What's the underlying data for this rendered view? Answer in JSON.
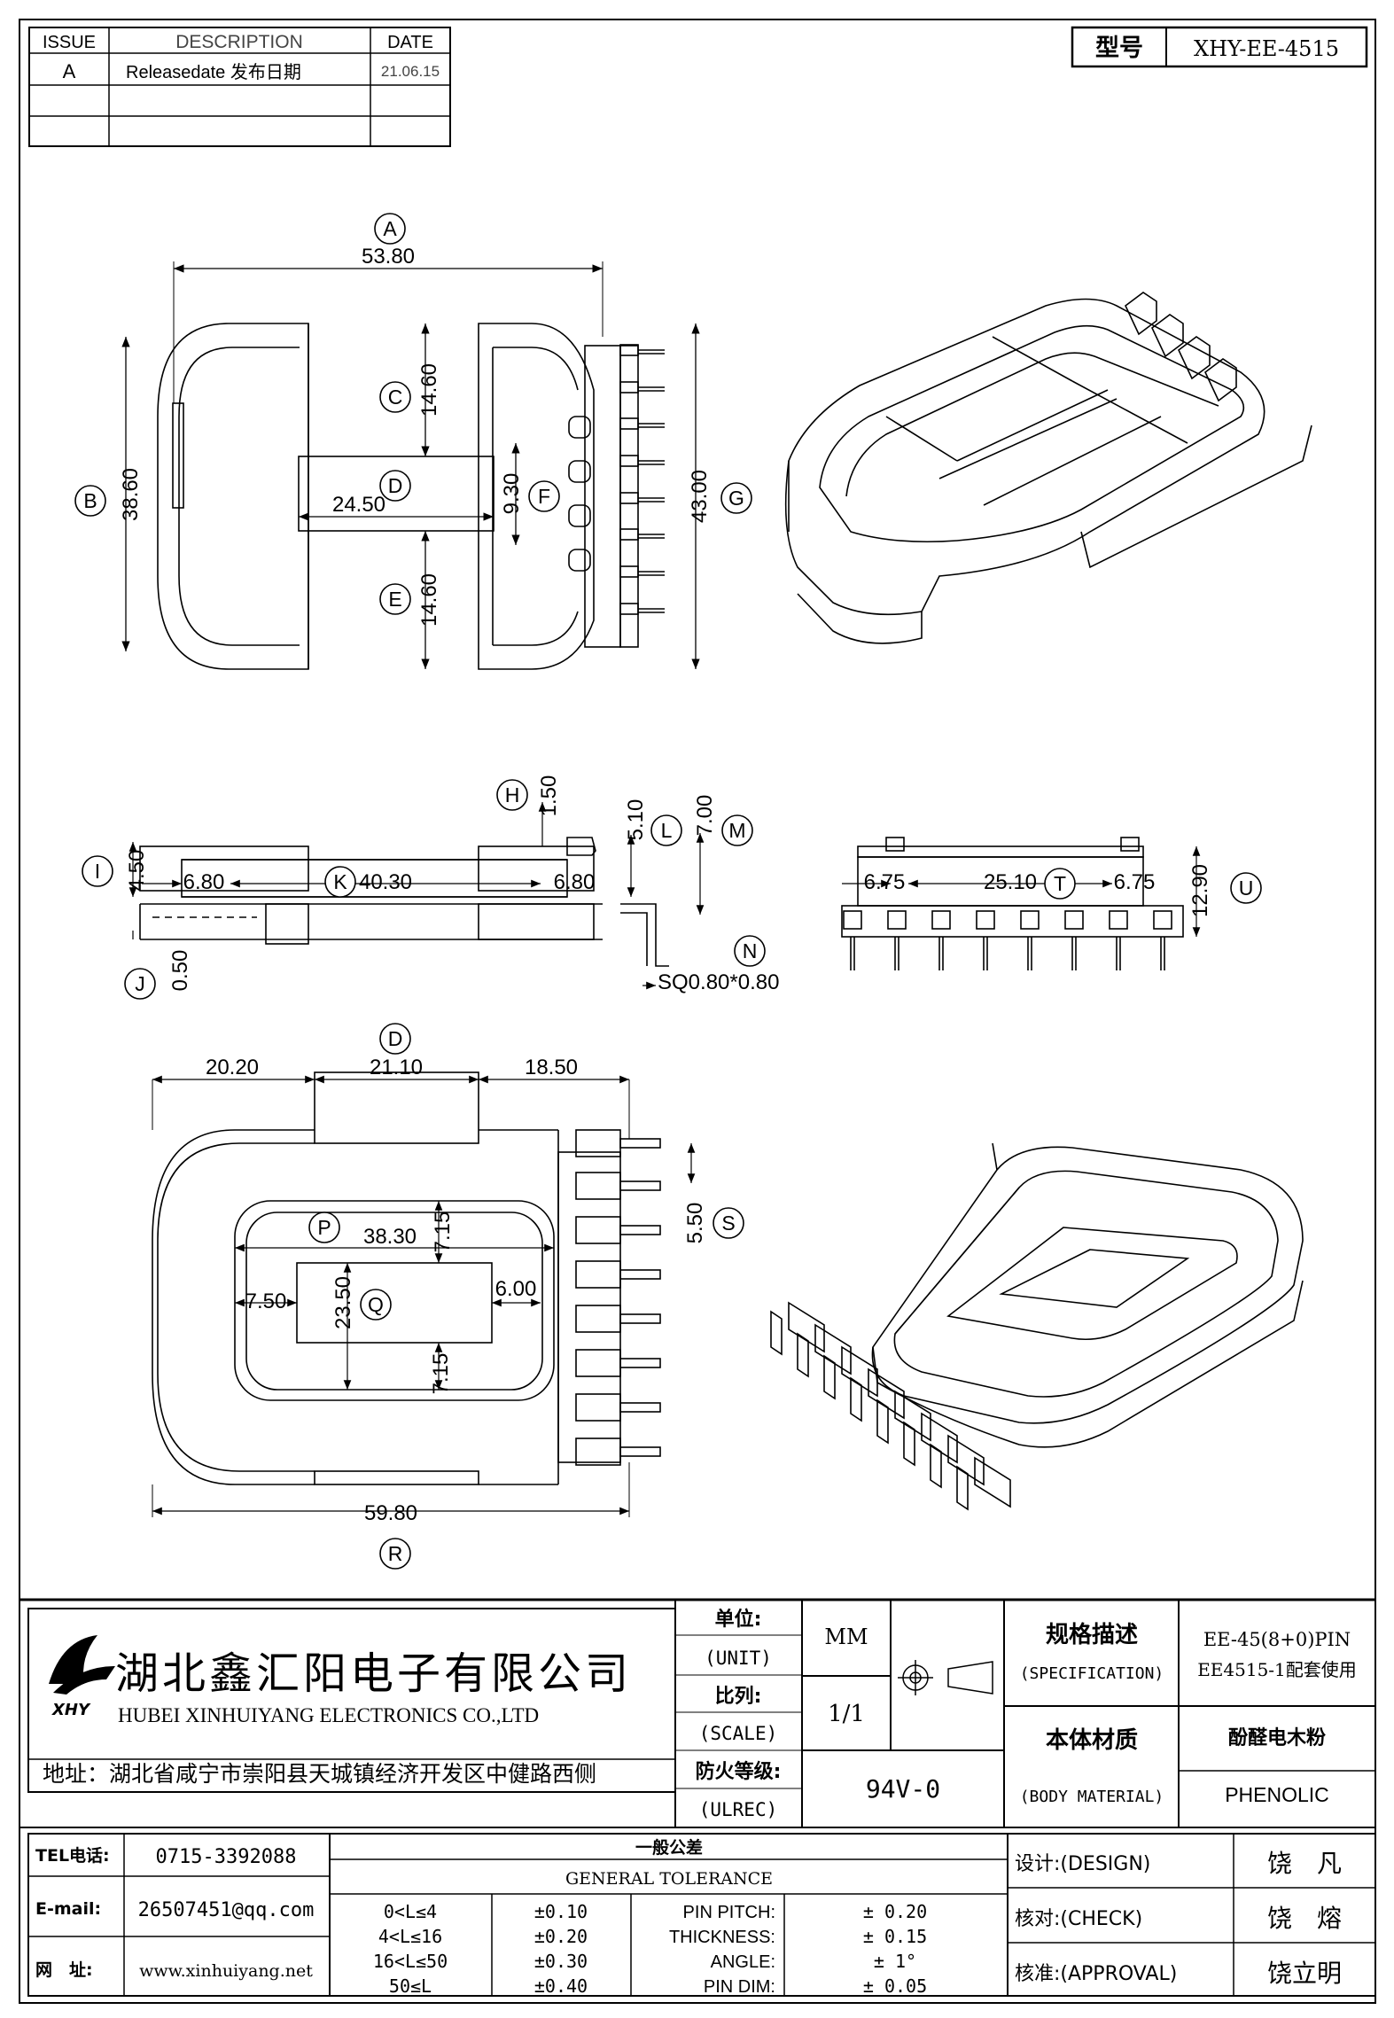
{
  "revision_table": {
    "headers": [
      "ISSUE",
      "DESCRIPTION",
      "DATE"
    ],
    "rows": [
      [
        "A",
        "Releasedate 发布日期",
        "21.06.15"
      ],
      [
        "",
        "",
        ""
      ],
      [
        "",
        "",
        ""
      ]
    ]
  },
  "model": {
    "label": "型号",
    "value": "XHY-EE-4515"
  },
  "dimensions": {
    "A": "53.80",
    "B": "38.60",
    "C": "14.60",
    "D": "24.50",
    "E": "14.60",
    "F": "9.30",
    "G": "43.00",
    "H": "1.50",
    "I": "4.50",
    "J": "0.50",
    "K": "40.30",
    "K_left": "6.80",
    "K_right": "6.80",
    "L": "5.10",
    "M": "7.00",
    "N": "SQ0.80*0.80",
    "T": "25.10",
    "T_left": "6.75",
    "T_right": "6.75",
    "U": "12.90",
    "D2": "21.10",
    "D2_left": "20.20",
    "D2_right": "18.50",
    "S": "5.50",
    "P": "38.30",
    "P_top": "7.15",
    "Q": "23.50",
    "Q_bottom": "7.15",
    "Q_left": "7.50",
    "Q_right": "6.00",
    "R": "59.80"
  },
  "callouts": [
    "A",
    "B",
    "C",
    "D",
    "E",
    "F",
    "G",
    "H",
    "I",
    "J",
    "K",
    "L",
    "M",
    "N",
    "T",
    "U",
    "D",
    "S",
    "P",
    "Q",
    "R"
  ],
  "company": {
    "name_cn": "湖北鑫汇阳电子有限公司",
    "name_en": "HUBEI XINHUIYANG ELECTRONICS CO.,LTD",
    "logo_text": "XHY",
    "address": "地址：湖北省咸宁市崇阳县天城镇经济开发区中健路西侧",
    "tel_label": "TEL电话:",
    "tel": "0715-3392088",
    "email_label": "E-mail:",
    "email": "26507451@qq.com",
    "web_label": "网　址:",
    "web": "www.xinhuiyang.net"
  },
  "unit": {
    "label_cn": "单位:",
    "label_en": "(UNIT)",
    "value": "MM"
  },
  "scale": {
    "label_cn": "比列:",
    "label_en": "(SCALE)",
    "value": "1/1"
  },
  "flame": {
    "label_cn": "防火等级:",
    "label_en": "(ULREC)",
    "value": "94V-0"
  },
  "specification": {
    "label_cn": "规格描述",
    "label_en": "(SPECIFICATION)",
    "line1": "EE-45(8+0)PIN",
    "line2": "EE4515-1配套使用"
  },
  "body_material": {
    "label_cn": "本体材质",
    "label_en": "(BODY MATERIAL)",
    "value_cn": "酚醛电木粉",
    "value_en": "PHENOLIC"
  },
  "tolerance": {
    "title_cn": "一般公差",
    "title_en": "GENERAL TOLERANCE",
    "rows": [
      {
        "range": "0<L≤4",
        "tol": "±0.10",
        "item": "PIN PITCH:",
        "val": "± 0.20"
      },
      {
        "range": "4<L≤16",
        "tol": "±0.20",
        "item": "THICKNESS:",
        "val": "± 0.15"
      },
      {
        "range": "16<L≤50",
        "tol": "±0.30",
        "item": "ANGLE:",
        "val": "± 1°"
      },
      {
        "range": "50≤L",
        "tol": "±0.40",
        "item": "PIN DIM:",
        "val": "± 0.05"
      }
    ]
  },
  "signoff": [
    {
      "label": "设计:(DESIGN)",
      "name": "饶　凡"
    },
    {
      "label": "核对:(CHECK)",
      "name": "饶　熔"
    },
    {
      "label": "核准:(APPROVAL)",
      "name": "饶立明"
    }
  ]
}
